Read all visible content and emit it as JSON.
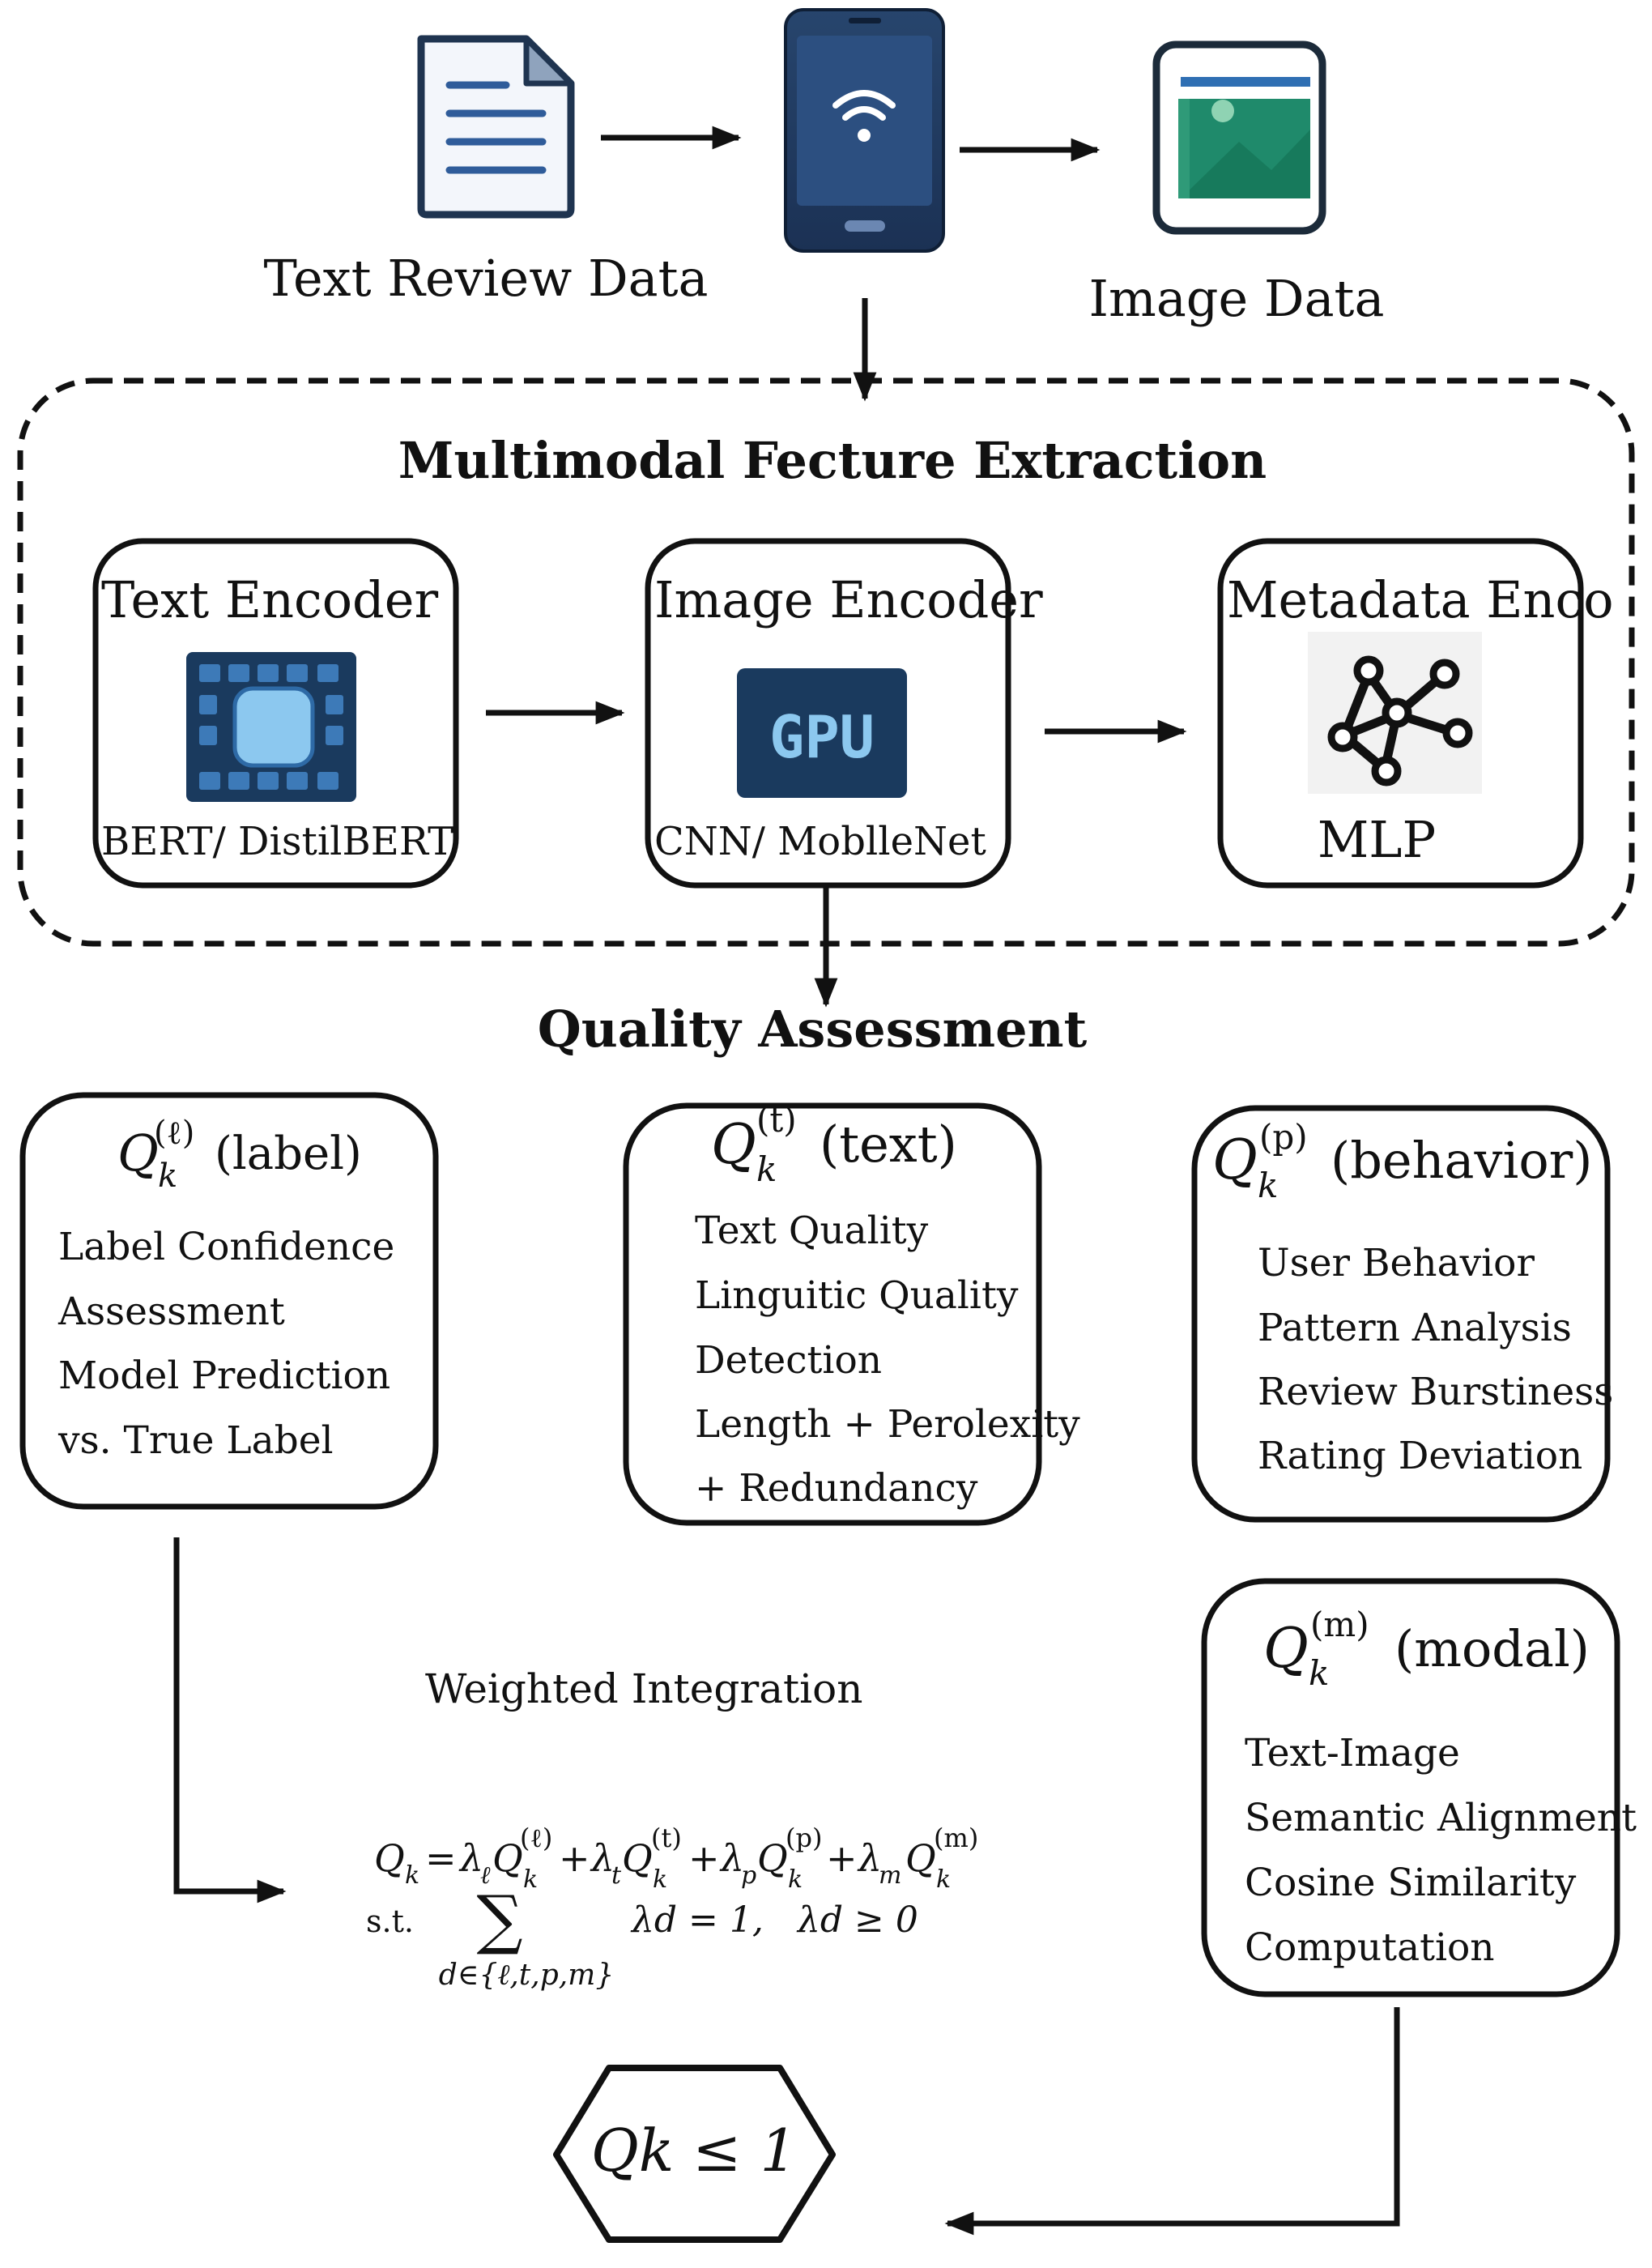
{
  "inputs": {
    "text_label": "Text Review Data",
    "image_label": "Image Data"
  },
  "extraction": {
    "title": "Multimodal Fecture Extraction",
    "text_encoder": {
      "title": "Text Encoder",
      "model": "BERT/ DistilBERT",
      "icon": "chip-icon"
    },
    "image_encoder": {
      "title": "Image Encoder",
      "model": "CNN/ MoblleNet",
      "icon_text": "GPU"
    },
    "metadata_encoder": {
      "title": "Metadata Enco",
      "model": "MLP",
      "icon": "network-graph-icon"
    }
  },
  "assessment": {
    "title": "Quality Assessment",
    "label_box": {
      "sup": "(ℓ)",
      "tag": "(label)",
      "lines": [
        "Label Confidence",
        "Assessment",
        "Model Prediction",
        "vs. True Label"
      ]
    },
    "text_box": {
      "sup": "(t)",
      "tag": "(text)",
      "lines": [
        "Text Quality",
        "Linguitic Quality",
        "Detection",
        "Length + Perolexity",
        "+ Redundancy"
      ]
    },
    "behavior_box": {
      "sup": "(p)",
      "tag": "(behavior)",
      "lines": [
        "User Behavior",
        "Pattern Analysis",
        "Review Burstiness",
        "Rating Deviation"
      ]
    },
    "modal_box": {
      "sup": "(m)",
      "tag": "(modal)",
      "lines": [
        "Text-Image",
        "Semantic Alignment",
        "Cosine Similarity",
        "Computation"
      ]
    }
  },
  "integration": {
    "label": "Weighted Integration",
    "st": "s.t.",
    "constraint_sum_sub": "d∈{ℓ,t,p,m}",
    "constraint_eq": "λd = 1,",
    "constraint_ineq": "λd ≥ 0"
  },
  "output": {
    "text": "Qk ≤ 1"
  }
}
